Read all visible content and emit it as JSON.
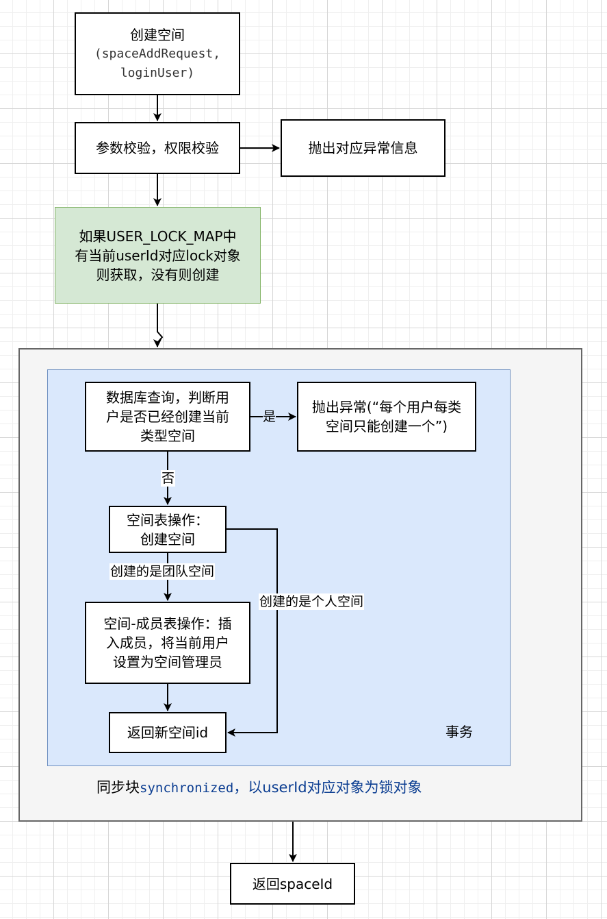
{
  "nodes": {
    "create_space": {
      "title": "创建空间",
      "line2": "(spaceAddRequest,",
      "line3": "loginUser)"
    },
    "validate": "参数校验，权限校验",
    "throw_error": "抛出对应异常信息",
    "lock_map": {
      "line1": "如果USER_LOCK_MAP中",
      "line2": "有当前userId对应lock对象",
      "line3": "则获取，没有则创建"
    },
    "db_query": {
      "line1": "数据库查询，判断用",
      "line2": "户是否已经创建当前",
      "line3": "类型空间"
    },
    "throw_exists": {
      "line1": "抛出异常(“每个用户每类",
      "line2": "空间只能创建一个”)"
    },
    "space_table": {
      "line1": "空间表操作：",
      "line2": "创建空间"
    },
    "member_table": {
      "line1": "空间-成员表操作：插",
      "line2": "入成员，将当前用户",
      "line3": "设置为空间管理员"
    },
    "return_new_id": "返回新空间id",
    "return_space_id": "返回spaceId"
  },
  "edges": {
    "yes": "是",
    "no": "否",
    "team_space": "创建的是团队空间",
    "personal_space": "创建的是个人空间"
  },
  "containers": {
    "transaction": "事务",
    "sync_prefix": "同步块",
    "sync_keyword": "synchronized",
    "sync_suffix": "，以userId对应对象为锁对象"
  },
  "colors": {
    "stroke": "#000000",
    "green_fill": "#d5e8d4",
    "green_stroke": "#82b366",
    "blue_fill": "#dae8fc",
    "blue_stroke": "#6c8ebf",
    "outer_fill": "#f5f5f5",
    "outer_stroke": "#666666",
    "sync_text": "#0b3d91"
  }
}
